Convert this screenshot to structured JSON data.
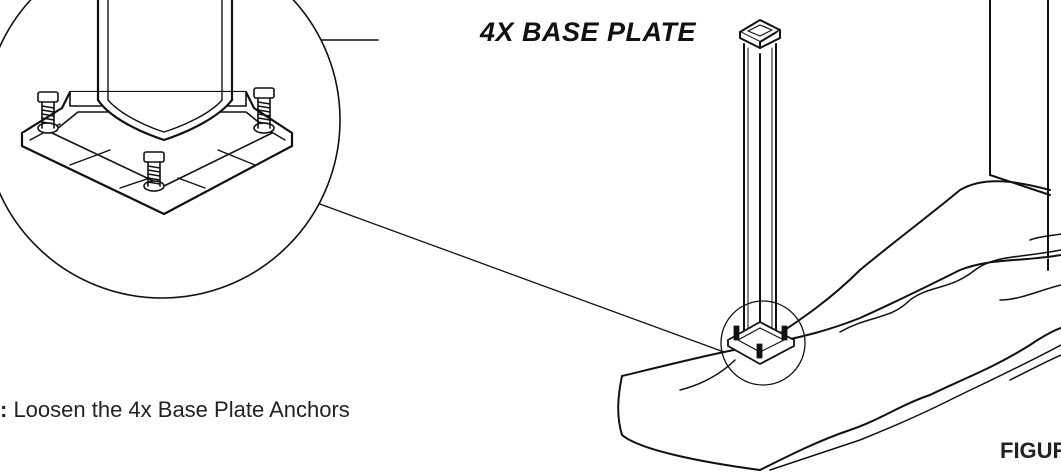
{
  "callout_label": "4X BASE PLATE",
  "step_text": {
    "prefix": ":",
    "body": " Loosen the 4x Base Plate Anchors"
  },
  "figure_label": "FIGUR",
  "colors": {
    "line": "#111111",
    "fill": "#ffffff",
    "text": "#222222"
  }
}
